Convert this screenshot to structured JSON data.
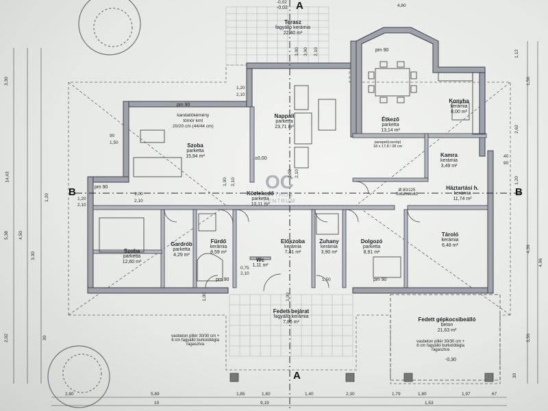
{
  "rooms": [
    {
      "id": "terasz",
      "name": "Terasz",
      "floor": "fagyálló kerámia",
      "area": "22,40 m²"
    },
    {
      "id": "etkezo",
      "name": "Étkező",
      "floor": "parketta",
      "area": "13,14 m²"
    },
    {
      "id": "konyha",
      "name": "Konyha",
      "floor": "kerámia",
      "area": "8,00 m²"
    },
    {
      "id": "nappali",
      "name": "Nappali",
      "floor": "parketta",
      "area": "23,71 m²"
    },
    {
      "id": "szoba1",
      "name": "Szoba",
      "floor": "parketta",
      "area": "15,94 m²"
    },
    {
      "id": "kamra",
      "name": "Kamra",
      "floor": "kerámia",
      "area": "3,49 m²"
    },
    {
      "id": "haztartasi",
      "name": "Háztartási h.",
      "floor": "kerámia",
      "area": "11,74 m²"
    },
    {
      "id": "kozlekedo",
      "name": "Közlekedő",
      "floor": "parketta",
      "area": "10,11 m²"
    },
    {
      "id": "szoba2",
      "name": "Szoba",
      "floor": "parketta",
      "area": "12,60 m²"
    },
    {
      "id": "gardrob",
      "name": "Gardrób",
      "floor": "parketta",
      "area": "4,29 m²"
    },
    {
      "id": "furdo",
      "name": "Fürdő",
      "floor": "kerámia",
      "area": "8,59 m²"
    },
    {
      "id": "wc",
      "name": "Wc",
      "floor": "",
      "area": "1,11 m²"
    },
    {
      "id": "eloszoba",
      "name": "Előszoba",
      "floor": "kerámia",
      "area": "7,41 m²"
    },
    {
      "id": "zuhany",
      "name": "Zuhany",
      "floor": "kerámia",
      "area": "3,90 m²"
    },
    {
      "id": "dolgozo",
      "name": "Dolgozó",
      "floor": "parketta",
      "area": "8,91 m²"
    },
    {
      "id": "tarolo",
      "name": "Tároló",
      "floor": "kerámia",
      "area": "6,48 m²"
    },
    {
      "id": "fedett_bejarat",
      "name": "Fedett bejárat",
      "floor": "fagyálló kerámia",
      "area": "7,86 m²"
    },
    {
      "id": "gepkocsibeallo",
      "name": "Fedett gépkocsibeálló",
      "floor": "beton",
      "area": "21,63 m²"
    }
  ],
  "notes": {
    "kandallo": "kandallókémény",
    "kandallo2": "tömör kmt",
    "kandallo3": "20/20 cm (44/44 cm)",
    "pm90_a": "pm 90",
    "pm90_b": "pm 90",
    "pm90_c": "pm 90",
    "pm90_d": "pm 90",
    "pm90_e": "pm 90",
    "elevation": "±0,00",
    "fustgaz": "Ø 80/125",
    "fustgaz2": "füstelvezető",
    "parapet_left": "vasbeton pillér 30/30 cm +",
    "parapet_left2": "6 cm fagyálló burkolótégla",
    "parapet_left3": "ragasztva",
    "parapet_right": "vasbeton pillér 30/30 cm +",
    "parapet_right2": "6 cm fagyálló burkolótégla",
    "parapet_right3": "ragasztva",
    "level_carport": "-0,30",
    "level_terrace": "-0,02",
    "watermark": "OC",
    "watermark2": "OTTHON",
    "watermark3": "CENTRUM",
    "parapet_note": "parapet(cserép)",
    "parapet_note2": "18 x 17,8 / 28 cm"
  },
  "sections": {
    "a_top": "A",
    "a_bottom": "A",
    "b_left": "B",
    "b_right": "B"
  },
  "bottom_dims": [
    "2,80",
    "5,89",
    "1,85",
    "1,80",
    "1,40",
    "2,30",
    "1,79",
    "1,80",
    "1,97",
    "67"
  ],
  "bottom_totals": [
    "10",
    "9,19",
    "1,53"
  ],
  "top_dims": [
    "-0,02",
    "4,80"
  ],
  "left_dims": [
    "3,30",
    "4,50",
    "5,38",
    "14,43",
    "3,30",
    "1,20",
    "2,02",
    "30"
  ],
  "right_dims": [
    "1,12",
    "1,56",
    "4,39",
    "3,56",
    "4,06",
    "2,62",
    "1,20",
    "30"
  ],
  "inner_dims": [
    "1,00",
    "2,10",
    "1,00",
    "2,10",
    "1,20",
    "2,10",
    "90",
    "1,50",
    "1,00",
    "1,00",
    "0,75",
    "2,10",
    "1,20",
    "2,10",
    "1,00",
    "2,10",
    "1,50",
    "3,00",
    "3,00",
    "2,10",
    "40",
    "90"
  ]
}
